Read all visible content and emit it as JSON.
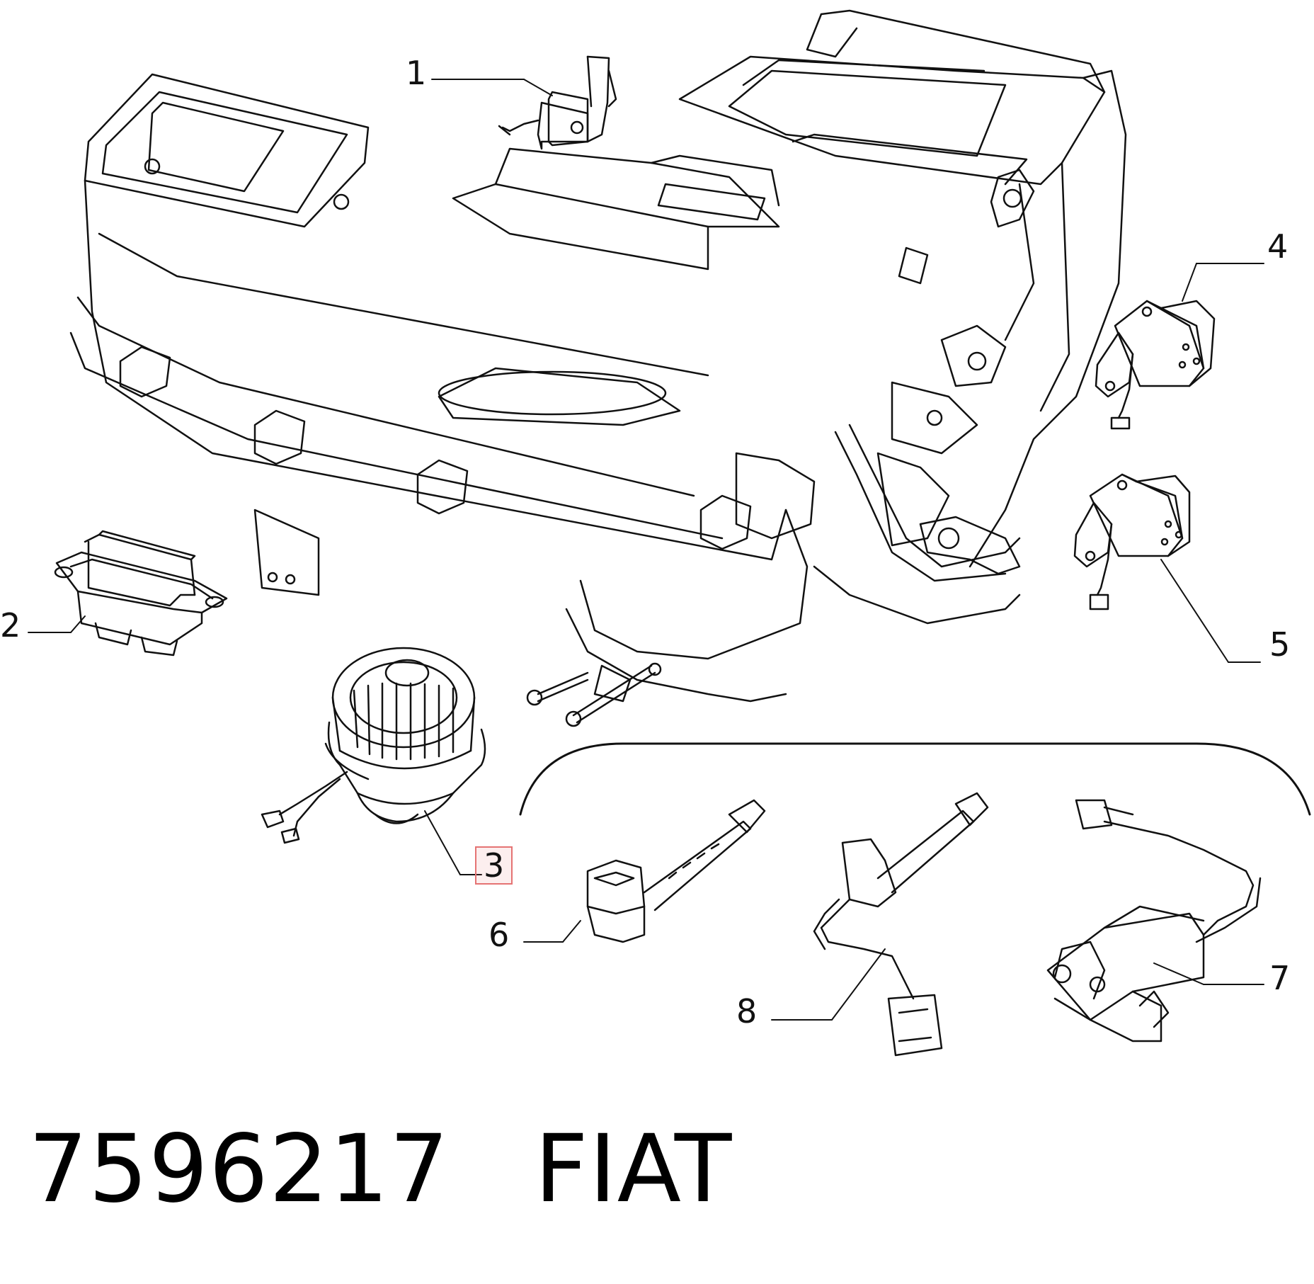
{
  "callouts": [
    {
      "id": "1",
      "label": "1"
    },
    {
      "id": "2",
      "label": "2"
    },
    {
      "id": "3",
      "label": "3",
      "highlighted": true
    },
    {
      "id": "4",
      "label": "4"
    },
    {
      "id": "5",
      "label": "5"
    },
    {
      "id": "6",
      "label": "6"
    },
    {
      "id": "7",
      "label": "7"
    },
    {
      "id": "8",
      "label": "8"
    }
  ],
  "footer": {
    "part_number": "7596217",
    "brand": "FIAT"
  },
  "colors": {
    "line": "#111111",
    "highlight": "#e57373"
  }
}
